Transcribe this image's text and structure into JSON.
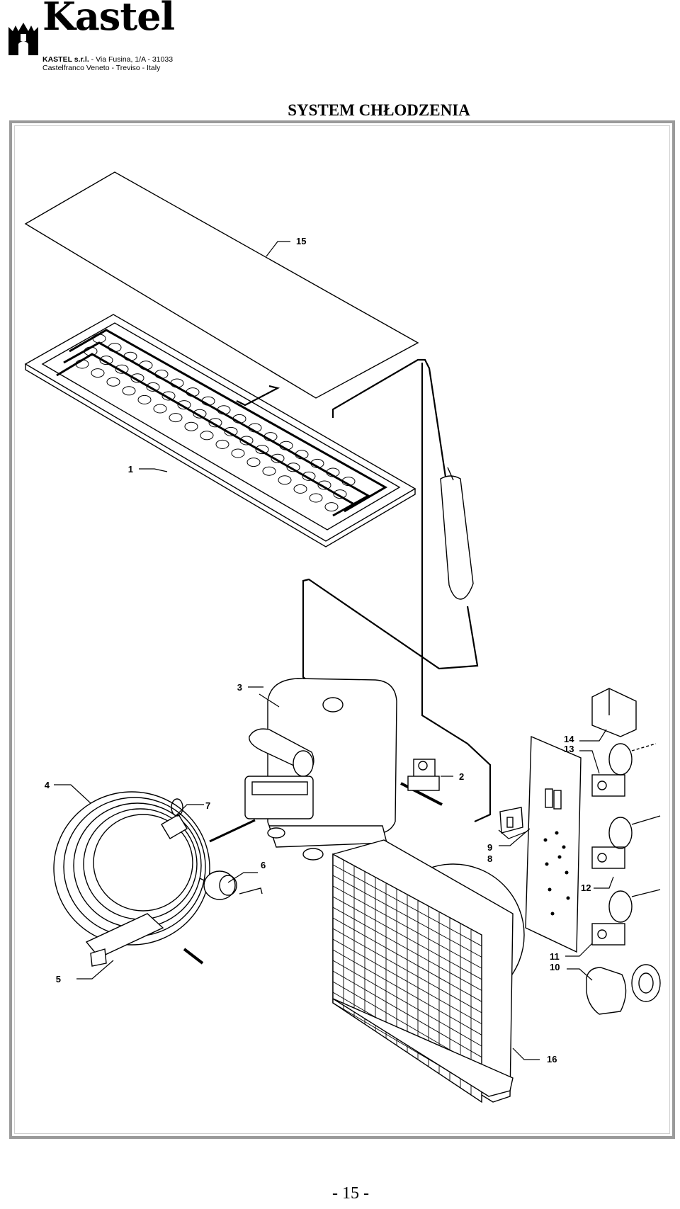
{
  "header": {
    "logo": "Kastel",
    "company": "KASTEL s.r.l.",
    "street": " - Via Fusina, 1/A - 31033",
    "city": "Castelfranco Veneto - Treviso - Italy"
  },
  "title": "SYSTEM CHŁODZENIA",
  "parts": [
    "1",
    "2",
    "3",
    "4",
    "5",
    "6",
    "7",
    "8",
    "9",
    "10",
    "11",
    "12",
    "13",
    "14",
    "15",
    "16"
  ],
  "page_number": "- 15 -"
}
